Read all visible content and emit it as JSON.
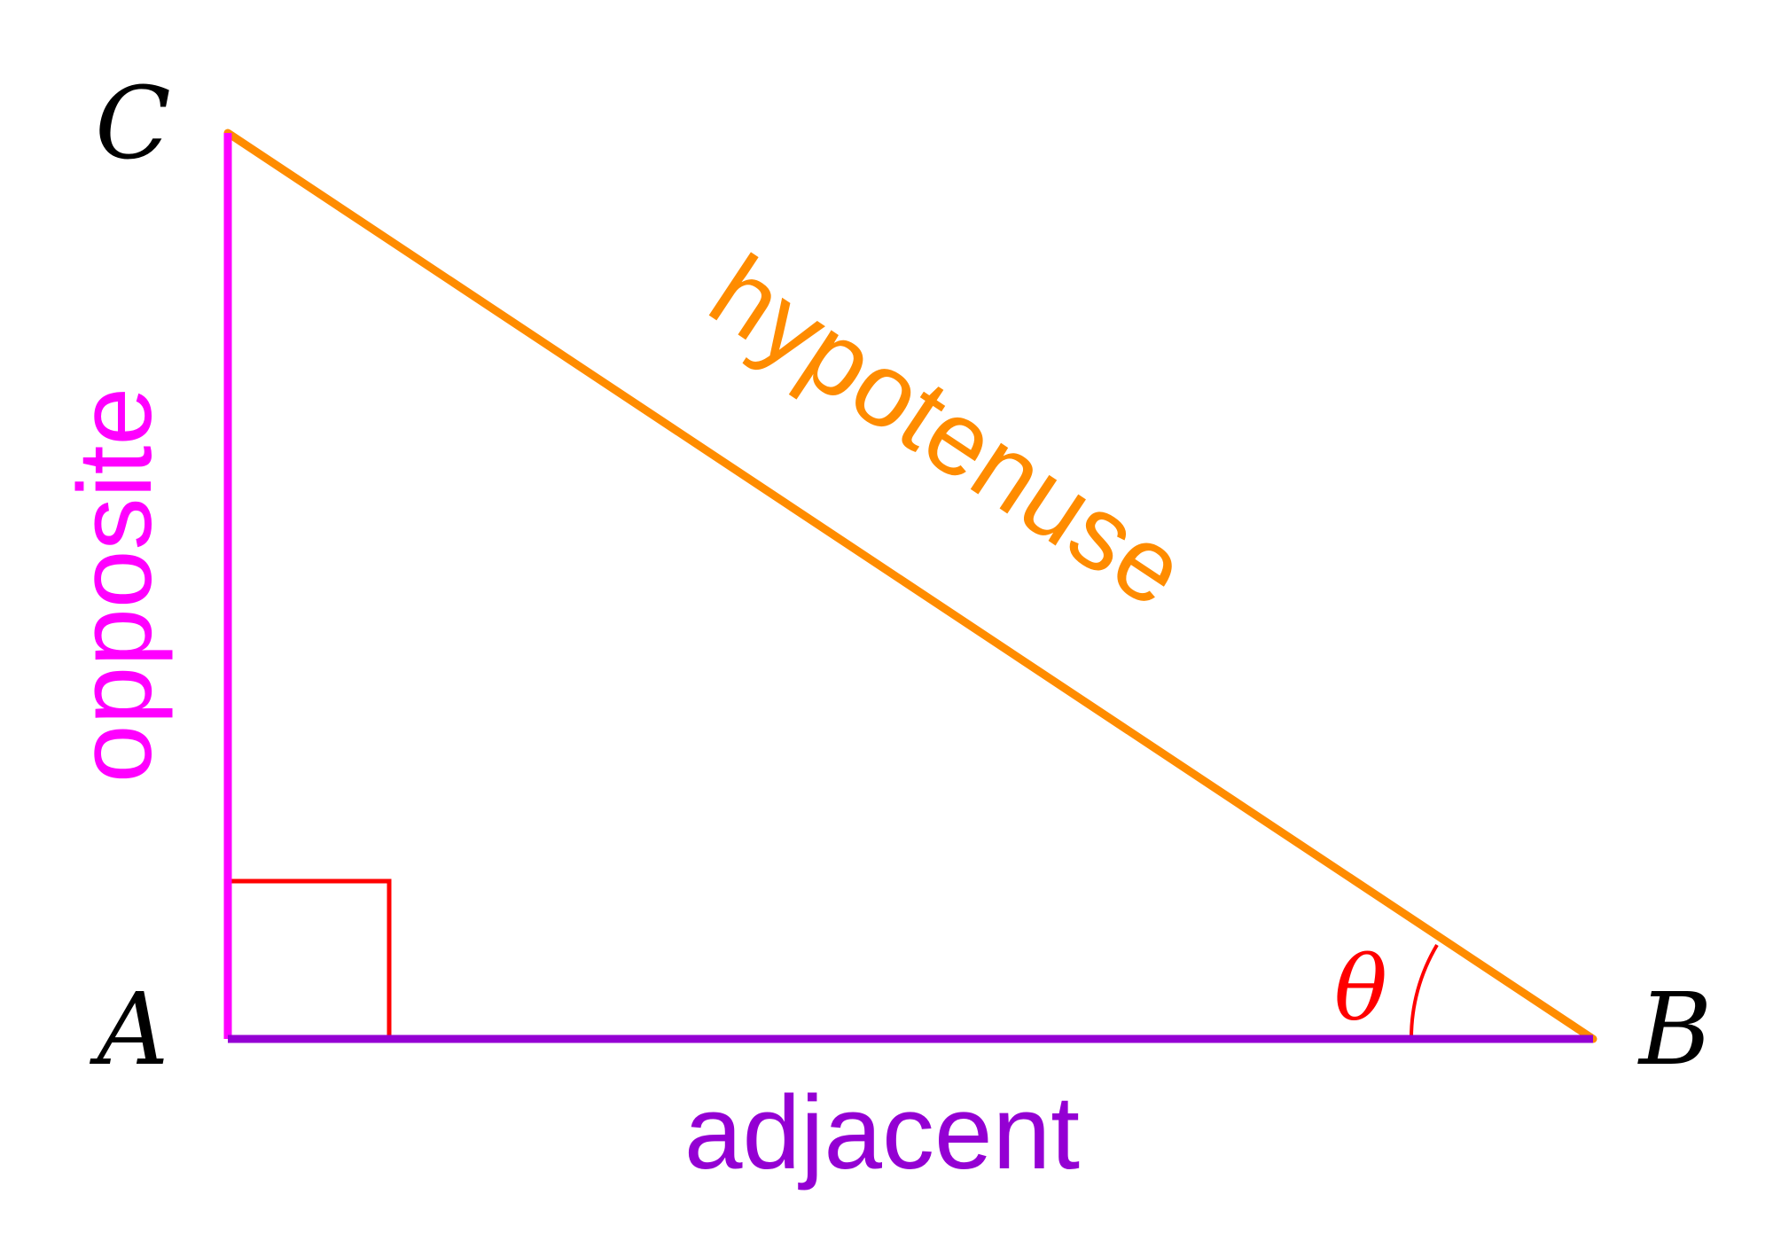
{
  "vertices": {
    "A": "A",
    "B": "B",
    "C": "C"
  },
  "sides": {
    "opposite": "opposite",
    "adjacent": "adjacent",
    "hypotenuse": "hypotenuse"
  },
  "angle": {
    "symbol": "θ"
  },
  "colors": {
    "opposite": "#ff00ff",
    "adjacent": "#9400d3",
    "hypotenuse": "#ff8c00",
    "angle": "#ff0000",
    "right_angle_marker": "#ff0000",
    "vertex_labels": "#000000",
    "background": "#ffffff"
  }
}
